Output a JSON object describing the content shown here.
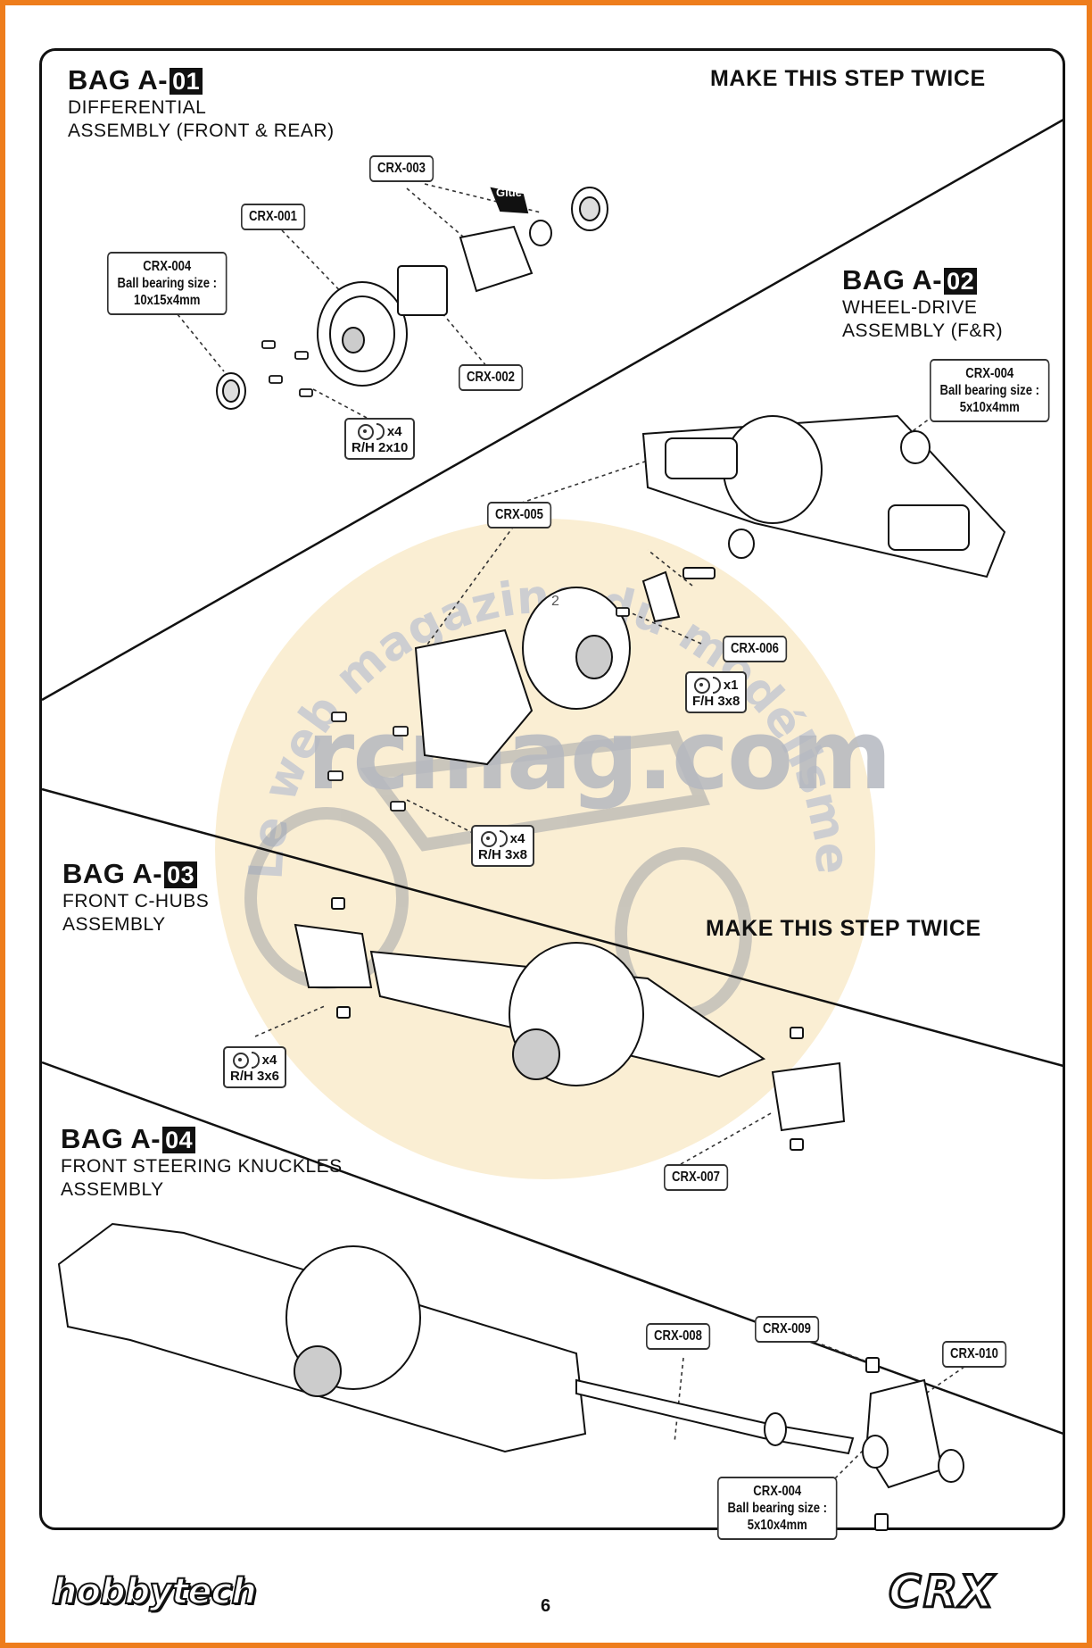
{
  "bags": [
    {
      "prefix": "BAG A-",
      "num": "01",
      "line1": "DIFFERENTIAL",
      "line2": "ASSEMBLY (FRONT & REAR)"
    },
    {
      "prefix": "BAG A-",
      "num": "02",
      "line1": "WHEEL-DRIVE",
      "line2": "ASSEMBLY (F&R)"
    },
    {
      "prefix": "BAG A-",
      "num": "03",
      "line1": "FRONT C-HUBS",
      "line2": "ASSEMBLY"
    },
    {
      "prefix": "BAG A-",
      "num": "04",
      "line1": "FRONT STEERING KNUCKLES",
      "line2": "ASSEMBLY"
    }
  ],
  "step_note": "MAKE THIS STEP TWICE",
  "parts": {
    "crx001": "CRX-001",
    "crx002": "CRX-002",
    "crx003": "CRX-003",
    "crx004": "CRX-004",
    "crx005": "CRX-005",
    "crx006": "CRX-006",
    "crx007": "CRX-007",
    "crx008": "CRX-008",
    "crx009": "CRX-009",
    "crx010": "CRX-010",
    "bearing_prefix": "Ball bearing size :",
    "bearing_a": "10x15x4mm",
    "bearing_b": "5x10x4mm"
  },
  "screws": {
    "s1": {
      "qty": "x4",
      "size": "R/H 2x10"
    },
    "s2": {
      "qty": "x1",
      "size": "F/H 3x8"
    },
    "s3": {
      "qty": "x4",
      "size": "R/H 3x8"
    },
    "s4": {
      "qty": "x4",
      "size": "R/H 3x6"
    }
  },
  "glue": "Glue",
  "callout_number": "2",
  "watermark": {
    "circle_text": "Le web magazine du modélisme",
    "site": "rcmag.com"
  },
  "footer": {
    "page_number": "6",
    "brand_left": "hobbytech",
    "brand_right": "CRX"
  }
}
